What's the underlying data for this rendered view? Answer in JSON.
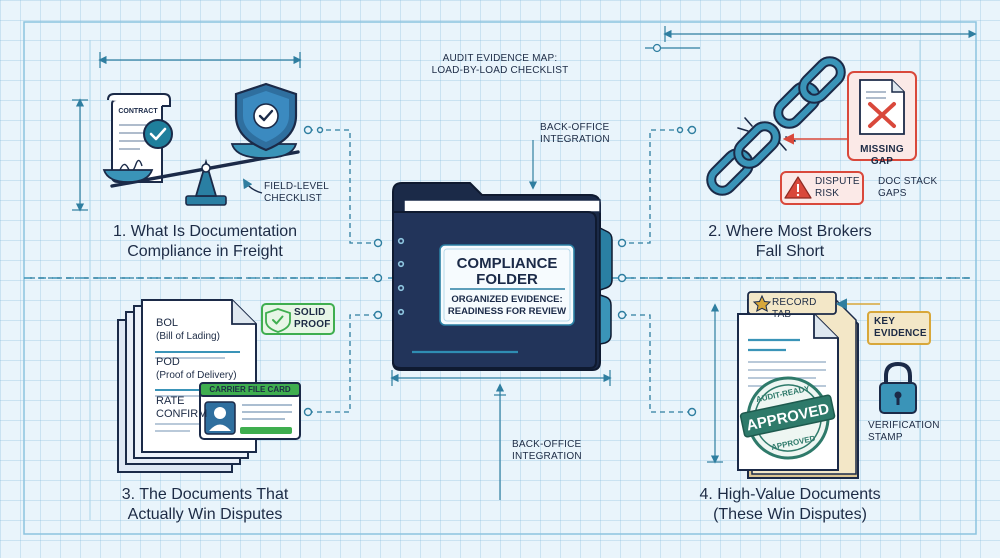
{
  "colors": {
    "navy": "#1d2b45",
    "teal": "#1f7f9c",
    "accent_blue": "#2f6f9f",
    "red": "#d9483b",
    "green": "#3fae4f",
    "gold": "#d8a73a",
    "background": "#e9f4fb"
  },
  "map_title": {
    "line1": "AUDIT EVIDENCE MAP:",
    "line2": "LOAD-BY-LOAD CHECKLIST"
  },
  "center": {
    "integration_top_line1": "BACK-OFFICE",
    "integration_top_line2": "INTEGRATION",
    "integration_bottom_line1": "BACK-OFFICE",
    "integration_bottom_line2": "INTEGRATION",
    "folder_title_line1": "COMPLIANCE",
    "folder_title_line2": "FOLDER",
    "folder_sub_line1": "ORGANIZED EVIDENCE:",
    "folder_sub_line2": "READINESS FOR REVIEW"
  },
  "section1": {
    "heading_line1": "1. What Is Documentation",
    "heading_line2": "Compliance in Freight",
    "contract_label": "CONTRACT",
    "note_line1": "FIELD-LEVEL",
    "note_line2": "CHECKLIST",
    "icons": [
      "contract-icon",
      "shield-check-icon",
      "balance-scale-icon"
    ]
  },
  "section2": {
    "heading_line1": "2. Where Most Brokers",
    "heading_line2": "Fall Short",
    "missing_gap": "MISSING GAP",
    "dispute_line1": "DISPUTE",
    "dispute_line2": "RISK",
    "doc_stack_line1": "DOC STACK",
    "doc_stack_line2": "GAPS",
    "icons": [
      "broken-chain-icon",
      "missing-document-icon",
      "warning-icon"
    ]
  },
  "section3": {
    "heading_line1": "3. The Documents That",
    "heading_line2": "Actually Win Disputes",
    "doc_items": [
      {
        "title": "BOL",
        "subtitle": "(Bill of Lading)"
      },
      {
        "title": "POD",
        "subtitle": "(Proof of Delivery)"
      },
      {
        "title": "RATE",
        "subtitle": "CONFIRM"
      }
    ],
    "solid_line1": "SOLID",
    "solid_line2": "PROOF",
    "carrier_card": "CARRIER FILE CARD",
    "icons": [
      "document-stack-icon",
      "shield-check-icon",
      "id-card-icon"
    ]
  },
  "section4": {
    "heading_line1": "4. High-Value Documents",
    "heading_line2": "(These Win Disputes)",
    "record_tab": "RECORD TAB",
    "key_line1": "KEY",
    "key_line2": "EVIDENCE",
    "stamp_top": "AUDIT-READY",
    "stamp_main": "APPROVED",
    "stamp_bottom": "APPROVED",
    "verification_line1": "VERIFICATION",
    "verification_line2": "STAMP",
    "icons": [
      "star-icon",
      "padlock-icon",
      "approved-stamp-icon"
    ]
  }
}
